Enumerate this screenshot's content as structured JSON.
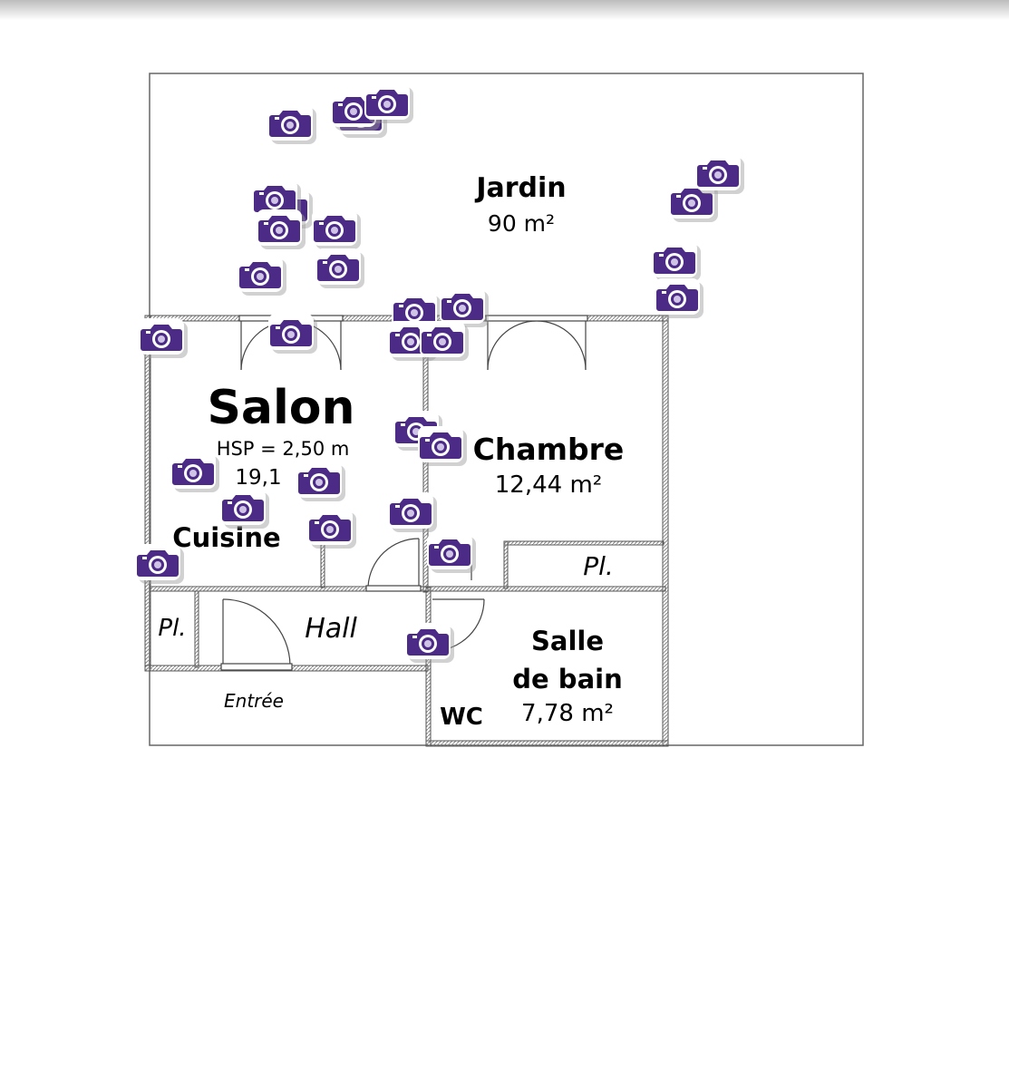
{
  "plan": {
    "rooms": {
      "jardin": {
        "name": "Jardin",
        "area": "90 m²"
      },
      "salon": {
        "name": "Salon",
        "hsp": "HSP = 2,50 m",
        "area": "19,1"
      },
      "cuisine": {
        "name": "Cuisine"
      },
      "chambre": {
        "name": "Chambre",
        "area": "12,44 m²"
      },
      "placard_chambre": {
        "name": "Pl."
      },
      "placard_hall": {
        "name": "Pl."
      },
      "hall": {
        "name": "Hall"
      },
      "entree": {
        "name": "Entrée"
      },
      "salle_de_bain": {
        "name_line1": "Salle",
        "name_line2": "de bain",
        "area": "7,78 m²"
      },
      "wc": {
        "name": "WC"
      }
    },
    "photo_marker_count": 30
  },
  "colors": {
    "camera_icon": "#4b2b86",
    "walls": "#555555",
    "background": "#ffffff"
  },
  "icons": {
    "photo_marker": "camera-icon"
  }
}
